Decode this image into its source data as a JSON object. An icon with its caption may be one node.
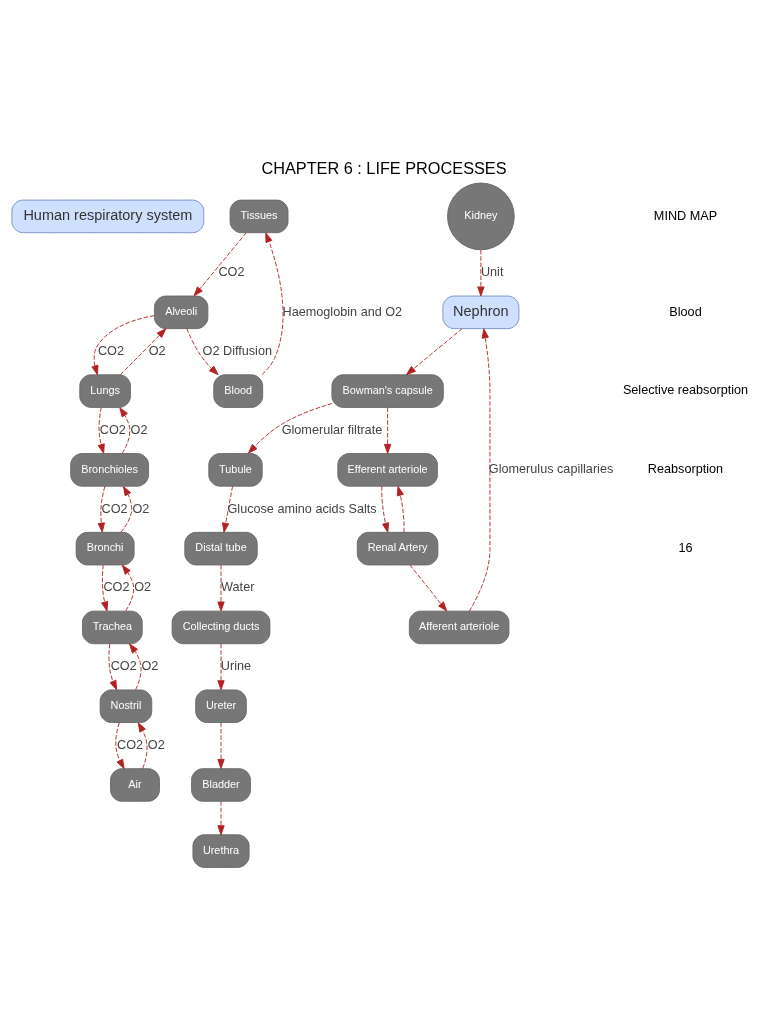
{
  "diagram": {
    "title": "CHAPTER 6 : LIFE PROCESSES",
    "nodes": [
      {
        "text": [
          "Human respiratory system"
        ]
      },
      {
        "text": [
          "Tissues"
        ]
      },
      {
        "text": [
          "Blood"
        ]
      },
      {
        "text": [
          "Alveoli"
        ]
      },
      {
        "text": [
          "Lungs"
        ]
      },
      {
        "text": [
          "Bronchioles"
        ]
      },
      {
        "text": [
          "Bronchi"
        ]
      },
      {
        "text": [
          "Trachea"
        ]
      },
      {
        "text": [
          "Nostril"
        ]
      },
      {
        "text": [
          "Air"
        ]
      },
      {
        "text": [
          "Kidney"
        ]
      },
      {
        "text": [
          "Nephron"
        ]
      },
      {
        "text": [
          "Afferent arteriole"
        ]
      },
      {
        "text": [
          "Bowman's capsule"
        ]
      },
      {
        "text": [
          "Tubule"
        ]
      },
      {
        "text": [
          "Distal tube"
        ]
      },
      {
        "text": [
          "Collecting ducts"
        ]
      },
      {
        "text": [
          "Renal Artery"
        ]
      },
      {
        "text": [
          "Efferent arteriole"
        ]
      },
      {
        "text": [
          "Urethra"
        ]
      },
      {
        "text": [
          "Bladder"
        ]
      },
      {
        "text": [
          "Ureter"
        ]
      }
    ],
    "edges": [
      {
        "from": 2,
        "to": 1,
        "arrow": "to",
        "label": "Haemoglobin and O2",
        "style": "dashed"
      },
      {
        "from": 1,
        "to": 3,
        "arrow": "to",
        "label": "CO2",
        "style": "dashed"
      },
      {
        "from": 3,
        "to": 2,
        "arrow": "to",
        "label": "O2 Diffusion",
        "style": "dashed"
      },
      {
        "from": 3,
        "to": 4,
        "arrow": "to",
        "label": "CO2",
        "style": "dashed"
      },
      {
        "from": 4,
        "to": 3,
        "arrow": "to",
        "label": "O2",
        "style": "dashed"
      },
      {
        "from": 4,
        "to": 5,
        "arrow": "to",
        "label": "CO2",
        "style": "dashed"
      },
      {
        "from": 5,
        "to": 4,
        "arrow": "to",
        "label": "O2",
        "style": "dashed"
      },
      {
        "from": 5,
        "to": 6,
        "arrow": "to",
        "label": "CO2",
        "style": "dashed"
      },
      {
        "from": 6,
        "to": 5,
        "arrow": "to",
        "label": "O2",
        "style": "dashed"
      },
      {
        "from": 6,
        "to": 7,
        "arrow": "to",
        "label": "CO2",
        "style": "dashed"
      },
      {
        "from": 7,
        "to": 6,
        "arrow": "to",
        "label": "O2",
        "style": "dashed"
      },
      {
        "from": 7,
        "to": 8,
        "arrow": "to",
        "label": "CO2",
        "style": "dashed"
      },
      {
        "from": 8,
        "to": 7,
        "arrow": "to",
        "label": "O2",
        "style": "dashed"
      },
      {
        "from": 8,
        "to": 9,
        "arrow": "to",
        "label": "CO2",
        "style": "dashed"
      },
      {
        "from": 9,
        "to": 8,
        "arrow": "to",
        "label": "O2",
        "style": "dashed"
      },
      {
        "from": 10,
        "to": 11,
        "arrow": "to",
        "label": "Unit",
        "style": "dashed"
      },
      {
        "from": 12,
        "to": 11,
        "arrow": "to",
        "label": "Glomerulus capillaries",
        "style": "dashed"
      },
      {
        "from": 11,
        "to": 13,
        "arrow": "to",
        "style": "dashed"
      },
      {
        "from": 13,
        "to": 14,
        "arrow": "to",
        "label": "Glomerular filtrate",
        "style": "dashed"
      },
      {
        "from": 14,
        "to": 15,
        "arrow": "to",
        "label": "Glucose amino acids Salts",
        "style": "dashed"
      },
      {
        "from": 15,
        "to": 16,
        "arrow": "to",
        "label": "Water",
        "style": "dashed"
      },
      {
        "from": 13,
        "to": 18,
        "arrow": "to",
        "style": "dashed"
      },
      {
        "from": 17,
        "to": 12,
        "arrow": "to",
        "style": "dashed"
      },
      {
        "from": 17,
        "to": 18,
        "arrow": "to",
        "style": "dashed"
      },
      {
        "from": 18,
        "to": 17,
        "arrow": "to",
        "style": "dashed"
      },
      {
        "from": 16,
        "to": 21,
        "arrow": "to",
        "label": "Urine",
        "style": "dashed"
      },
      {
        "from": 21,
        "to": 20,
        "arrow": "to",
        "style": "dashed"
      },
      {
        "from": 20,
        "to": 19,
        "arrow": "to",
        "style": "dashed"
      }
    ],
    "labels": [
      "MIND MAP",
      "Blood",
      "Selective reabsorption",
      "Reabsorption",
      "16"
    ]
  }
}
